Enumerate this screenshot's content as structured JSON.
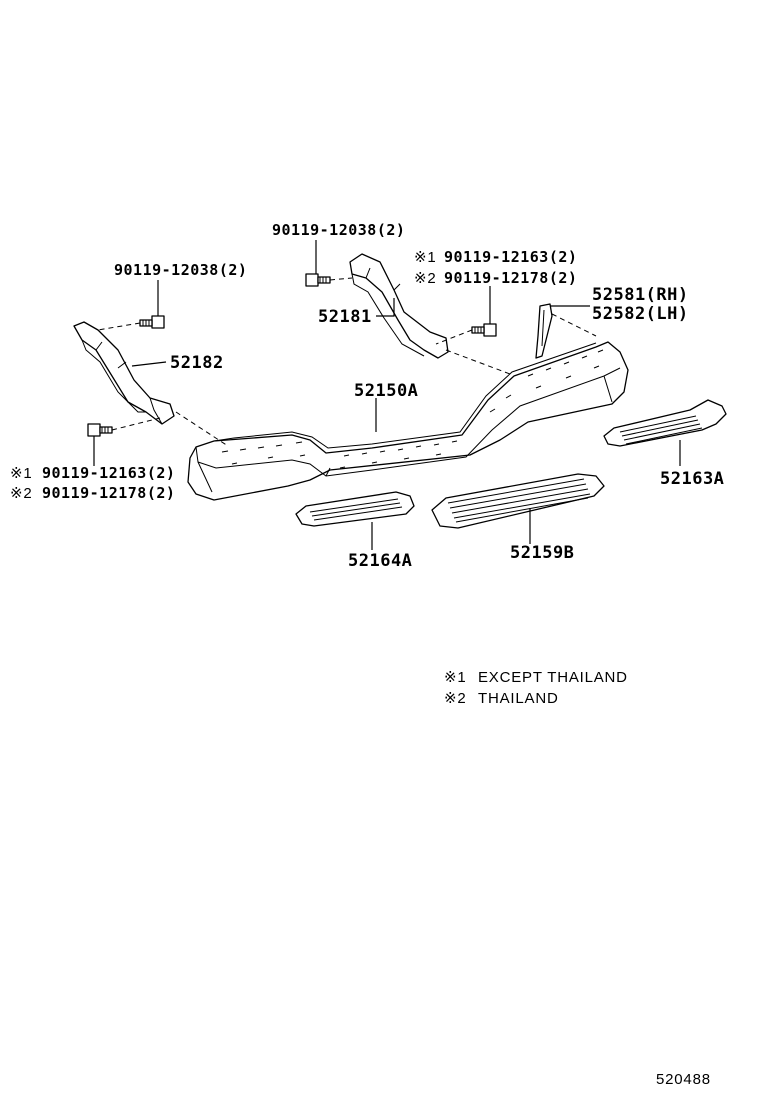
{
  "diagram": {
    "labels": {
      "bolt_top": "90119-12038(2)",
      "bolt_left": "90119-12038(2)",
      "bolt_right_1": "90119-12163(2)",
      "bolt_right_2": "90119-12178(2)",
      "bolt_lower_1": "90119-12163(2)",
      "bolt_lower_2": "90119-12178(2)",
      "bracket_right": "52181",
      "bracket_left": "52182",
      "bumper": "52150A",
      "side_rh": "52581(RH)",
      "side_lh": "52582(LH)",
      "step_right": "52163A",
      "step_left": "52164A",
      "step_center": "52159B"
    },
    "marks": {
      "mark1": "※1",
      "mark2": "※2"
    },
    "notes": [
      {
        "mark": "※1",
        "text": "EXCEPT THAILAND"
      },
      {
        "mark": "※2",
        "text": "THAILAND"
      }
    ],
    "figure_number": "520488"
  }
}
